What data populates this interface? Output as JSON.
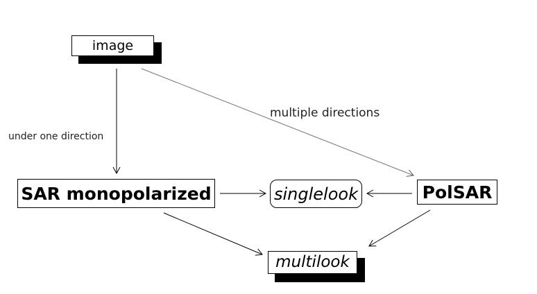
{
  "nodes": {
    "image": "image",
    "sar_monopolarized": "SAR monopolarized",
    "singlelook": "singlelook",
    "polsar": "PolSAR",
    "multilook": "multilook"
  },
  "edges": {
    "under_one_direction": "under one direction",
    "multiple_directions": "multiple directions"
  },
  "colors": {
    "stroke": "#000000",
    "faint_stroke": "#777777",
    "background": "#ffffff"
  }
}
